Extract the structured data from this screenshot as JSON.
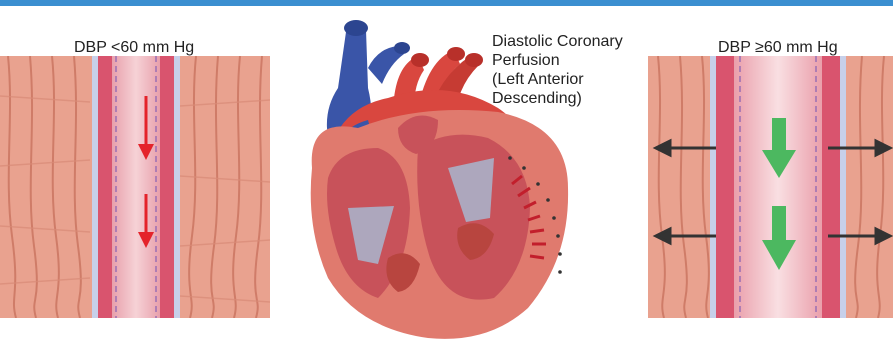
{
  "labels": {
    "left_panel": "DBP <60 mm Hg",
    "right_panel": "DBP ≥60 mm Hg",
    "center": [
      "Diastolic Coronary",
      "Perfusion",
      "(Left Anterior",
      "Descending)"
    ]
  },
  "colors": {
    "header_bar": "#3b8fd0",
    "muscle": "#e9a28f",
    "muscle_stripe": "#d97f6c",
    "vessel_wall": "#d9546e",
    "lumen": "#f3c3c9",
    "red_arrow": "#e4232b",
    "green_arrow": "#4cb860",
    "black_arrow": "#333333",
    "heart_red": "#d9473f",
    "heart_blue": "#3a55a8"
  },
  "icons": [
    "red-flow-arrow-icon",
    "green-flow-arrow-icon",
    "outward-pressure-arrow-icon"
  ]
}
